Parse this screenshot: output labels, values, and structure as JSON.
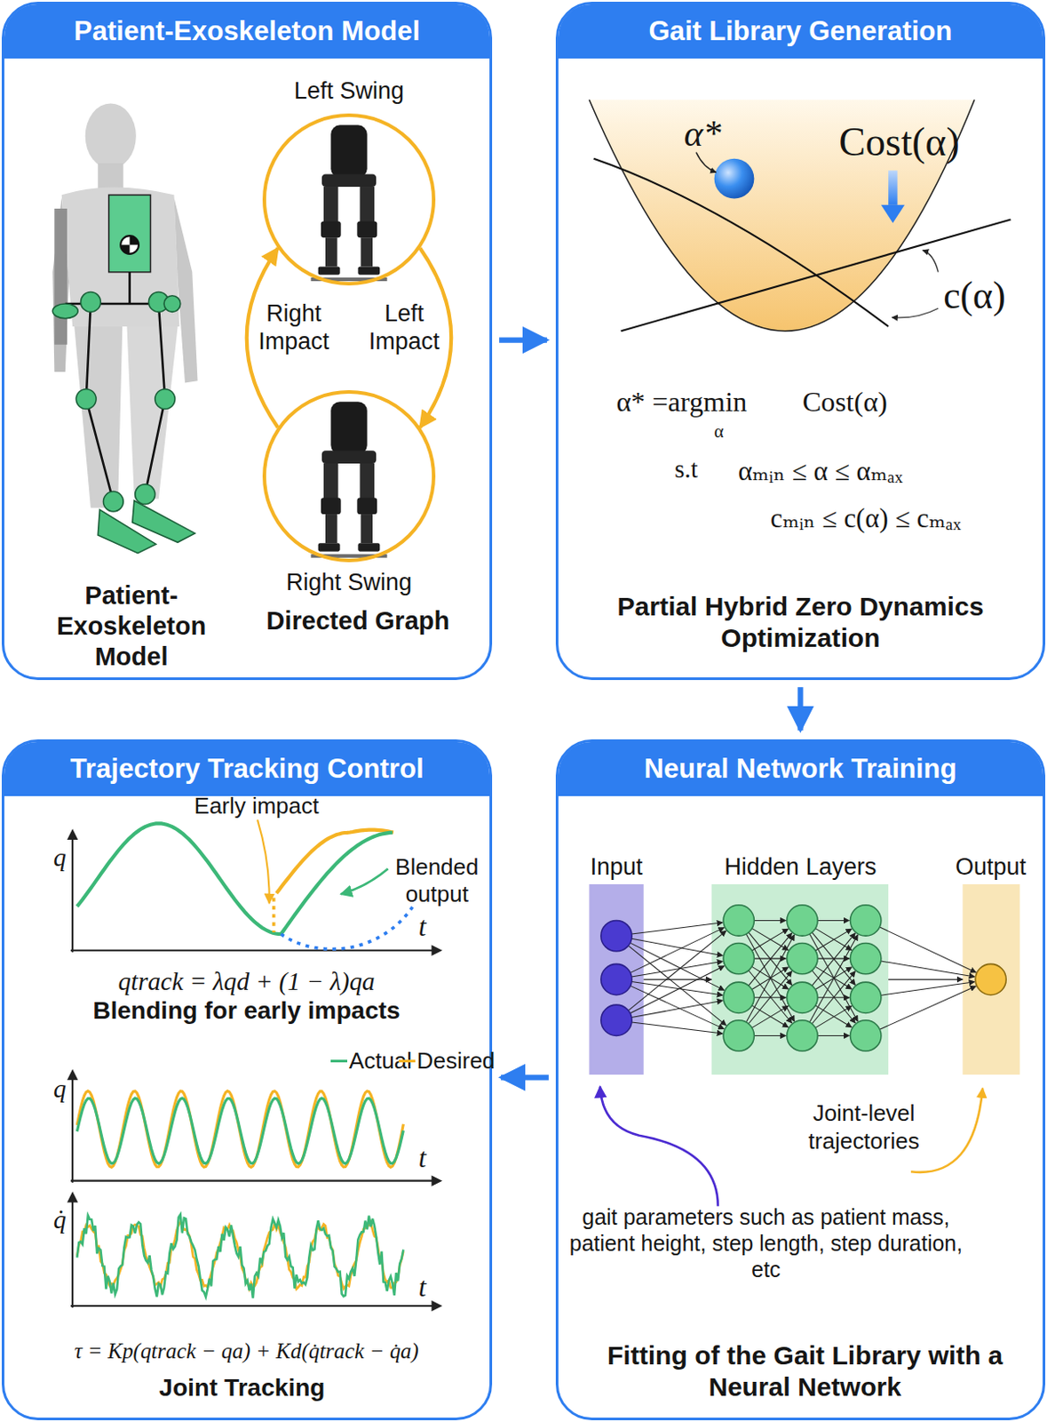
{
  "diagram": {
    "nodes": [
      {
        "text": [
          "Patient-Exoskeleton Model",
          "Patient- Exoskeleton Model",
          "Directed Graph"
        ]
      },
      {
        "text": [
          "Left Swing"
        ],
        "in": 0
      },
      {
        "text": [
          "Right Swing"
        ],
        "in": 0
      },
      {
        "text": [
          "Gait Library Generation",
          "Partial Hybrid Zero Dynamics Optimization"
        ]
      },
      {
        "text": [
          "Neural Network Training",
          "Fitting of the Gait Library with a Neural Network"
        ]
      },
      {
        "text": [
          "Input"
        ],
        "in": 4
      },
      {
        "text": [
          "Hidden Layers"
        ],
        "in": 4
      },
      {
        "text": [
          "Output"
        ],
        "in": 4
      },
      {
        "text": [
          "Trajectory Tracking Control",
          "Blending for early impacts",
          "Joint Tracking"
        ]
      }
    ],
    "edges": [
      {
        "from": 0,
        "to": 3,
        "arrow": "to"
      },
      {
        "from": 3,
        "to": 4,
        "arrow": "to"
      },
      {
        "from": 4,
        "to": 8,
        "arrow": "to"
      },
      {
        "from": 1,
        "to": 2,
        "label": "Left Impact",
        "arrow": "to"
      },
      {
        "from": 2,
        "to": 1,
        "label": "Right Impact",
        "arrow": "to"
      },
      {
        "from": 5,
        "to": 6,
        "arrow": "to"
      },
      {
        "from": 6,
        "to": 7,
        "arrow": "to"
      }
    ],
    "labels": [
      "α*",
      "Cost(α)",
      "c(α)",
      "α* =argmin",
      "α",
      "Cost(α)",
      "s.t",
      "αₘᵢₙ ≤ α ≤ αₘₐₓ",
      "cₘᵢₙ ≤ c(α) ≤ cₘₐₓ",
      "Joint-level trajectories",
      "gait parameters such as patient mass, patient height, step length, step duration, etc",
      "Early impact",
      "Blended output",
      "q",
      "t",
      "qtrack = λqd + (1 − λ)qa",
      "q",
      "t",
      "q̇",
      "t",
      "τ = Kp(qtrack − qa) + Kd(q̇track − q̇a)"
    ],
    "legend": [
      {
        "text": "Actual"
      },
      {
        "text": "Desired"
      }
    ]
  }
}
